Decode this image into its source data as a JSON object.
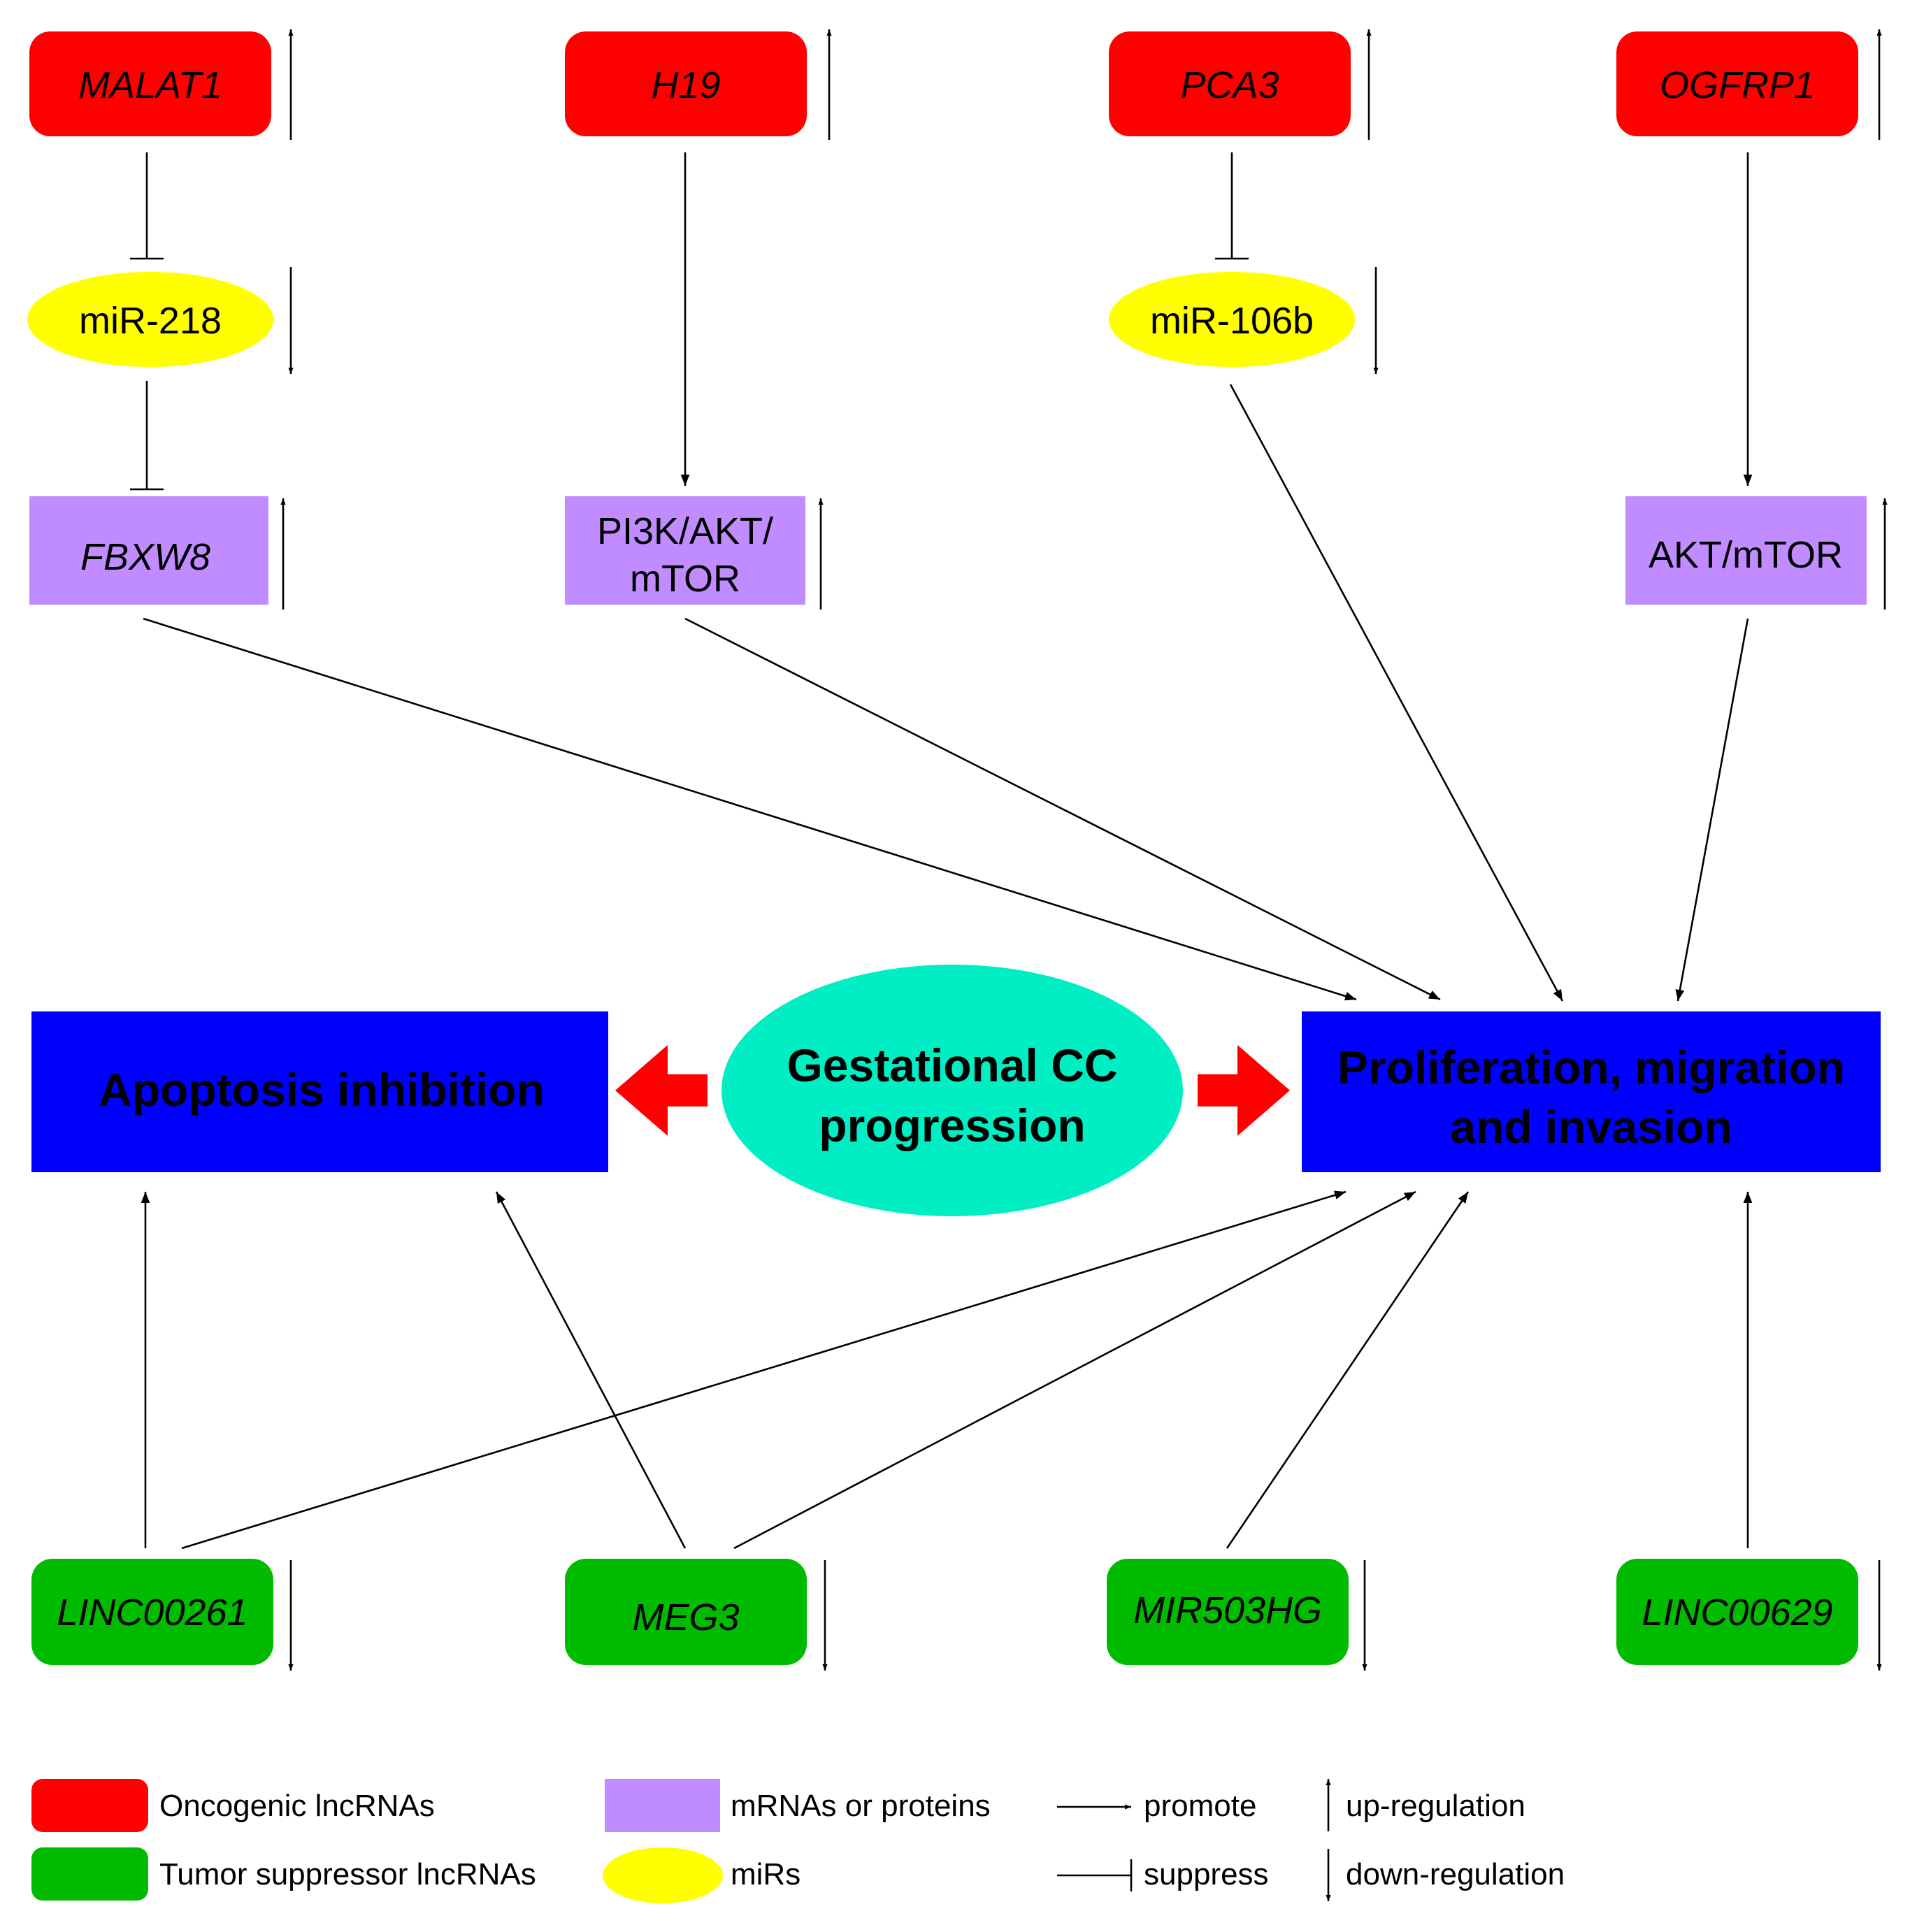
{
  "colors": {
    "oncogenic": "#ff0000",
    "suppressor": "#00bb00",
    "mrna": "#c08cff",
    "mir": "#ffff00",
    "outcome": "#0000ff",
    "center": "#00eec4",
    "big_arrow": "#ff0000"
  },
  "nodes": {
    "malat1": "MALAT1",
    "h19": "H19",
    "pca3": "PCA3",
    "ogfrp1": "OGFRP1",
    "mir218": "miR-218",
    "mir106b": "miR-106b",
    "fbxw8": "FBXW8",
    "pi3k_line1": "PI3K/AKT/",
    "pi3k_line2": "mTOR",
    "aktmtor": "AKT/mTOR",
    "apoptosis": "Apoptosis inhibition",
    "center_line1": "Gestational CC",
    "center_line2": "progression",
    "prolif_line1": "Proliferation, migration",
    "prolif_line2": "and invasion",
    "linc00261": "LINC00261",
    "meg3": "MEG3",
    "mir503hg": "MIR503HG",
    "linc00629": "LINC00629"
  },
  "legend": {
    "oncogenic": "Oncogenic lncRNAs",
    "suppressor": "Tumor suppressor lncRNAs",
    "mrna": "mRNAs or proteins",
    "mirs": "miRs",
    "promote": "promote",
    "suppress": "suppress",
    "up": "up-regulation",
    "down": "down-regulation"
  }
}
